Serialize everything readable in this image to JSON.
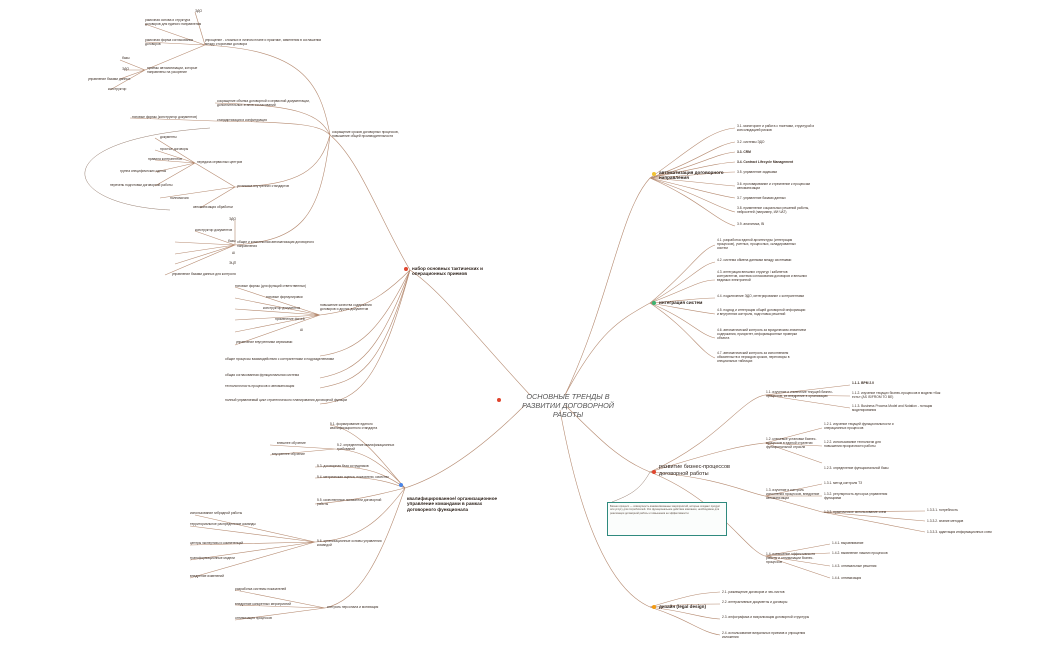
{
  "center": {
    "title": "ОСНОВНЫЕ ТРЕНДЫ В РАЗВИТИИ ДОГОВОРНОЙ РАБОТЫ",
    "badge_color": "#e0452e"
  },
  "colors": {
    "line": "#b58a70",
    "edge_dark": "#7a5c4a"
  },
  "branches": {
    "automation": {
      "title": "автоматизация договорного направления",
      "color": "#f1c232"
    },
    "integration": {
      "title": "интеграция систем",
      "color": "#3cb371"
    },
    "process": {
      "title": "развитие бизнес-процессов договорной работы",
      "color": "#e0452e"
    },
    "design": {
      "title": "дизайн (legal design)",
      "color": "#f39c12"
    },
    "tactics": {
      "title": "набор основных тактических и операционных приемов",
      "color": "#e0452e"
    },
    "qualification": {
      "title": "квалифицированное/ организационное управление командами в рамках договорного функционала",
      "color": "#4a86e8"
    }
  },
  "automation_items": [
    "3.1. мониторинг и работа с тикетами, структурой и консолидацией рисков",
    "3.2. системы ЭДО",
    "3.3. CRM",
    "3.4. Contract Lifecycle Management",
    "3.5. управление задачами",
    "3.6. проговаривание и стремление к процессам автоматизации",
    "3.7. управление базами данных",
    "3.8. применение социальных решений работы, нейросетей (например, ИИ ЧАТ)",
    "3.9. аналитика, BI"
  ],
  "integration_items": [
    "4.1. разработка единой архитектуры (интеграция процессов), учетных, процессных, складированных систем",
    "4.2. система обмена данными между системами",
    "4.3. интеграция внешних структур / кабинетов контрагентов, система согласования договоров и внешних ведомых электронной",
    "4.4. подключение ЭДО, интегрирование с контрагентами",
    "4.5. подход и интеграция общей договорной информации и внутренних контроля, подготовка решений",
    "4.6. автоматический контроль за юридическим значением содержания, приоритет, информационные проверки объекта",
    "4.7. автоматический контроль за исполнением обязательств и периодов сроков, переговоры в специальных таблицах"
  ],
  "process_groups": [
    {
      "title": "1.1. изучение и изменение текущей бизнес-процессов, их внедрение в организации",
      "items": [
        "1.1.1. BPM 2.0",
        "1.1.2. изучение текущих бизнес-процессов в модели «Как есть» (AS IS/FROM TO BE)",
        "1.1.3. Business Process Model and Notation - нотация моделирования"
      ]
    },
    {
      "title": "1.2. ключевые установки бизнес-процессов в единой стратегии функциональной отрасли",
      "items": [
        "1.2.1. изучение текущей функциональности и операционных процессов",
        "1.2.2. использование технологии для повышения прозрачности работы",
        "1.2.3. определение функциональной базы"
      ]
    },
    {
      "title": "1.3. изучение и контроль исполнения процессов, внедрение автоматизации",
      "items": [
        "1.3.1. метод контроля ТЗ",
        "1.3.2. регулярность аутсорса управления функциями",
        "1.3.3. практическое использование схем",
        "1.3.3.1. потребность",
        "1.3.3.2. знание методов",
        "1.3.3.3. адаптация информационных схем"
      ]
    },
    {
      "title": "1.4. повышение эффективности работы и оптимизации бизнес-процессов",
      "items": [
        "1.4.1. выравнивание",
        "1.4.2. выявление лишних процессов",
        "1.4.3. оптимальные решения",
        "1.4.4. оптимизация"
      ]
    }
  ],
  "process_note": "Бизнес-процесс — совокупность взаимосвязанных мероприятий, которые создают продукт или услугу для потребителей. Это функциональное действие компании, необходимое для реализации договорной работы и повышения ее эффективности.",
  "design_items": [
    "2.1. размещение договоров и чек-листов",
    "2.2. интерактивные документы и договоры",
    "2.3. инфографика и визуализация договорной структуры",
    "2.4. использование визуальных приемов и упрощения изложения"
  ],
  "tactics": {
    "main_a": "сокращение сроков договорных процессов, повышение общей производительности",
    "sub_a1": "упрощение - сложных в личном плане и практике, изменения в соглашении между сторонами договора",
    "sub_a1_items": [
      "ЭДО",
      "рамочная основа и структура договоров для единого направления",
      "рамочная форма согласования договоров",
      "приемы автоматизации, которые направлены на ускорение",
      "базы",
      "ЭДО",
      "управление базами данных",
      "конструктор"
    ],
    "sub_a2": "сокращение объема договорной и сервисной документации, дополнительных этапов согласований",
    "sub_a3": "стандартизация и конфигурация",
    "sub_a3_left": "типовые формы (конструктор документов)",
    "sub_a4": "установка внутренних стандартов",
    "sub_a4_items": [
      "документы",
      "простые договоры",
      "правила контрагентов",
      "группа специфических сделок",
      "перечень подготовки договорной работы",
      "полномочия",
      "шаблоны"
    ],
    "sub_a4_mid": "передача сервисных центров",
    "sub_a4_mid2": "автоматизация обработки",
    "sub_a5": "общие и комплексная автоматизация договорного направления",
    "sub_a5_items": [
      "ЭДО",
      "конструктор документов",
      "базы",
      "AI",
      "ЭЦП",
      "управление базами данных для контроля"
    ],
    "main_b": "повышение качества содержания договоров и других документов",
    "main_b_items": [
      "типовые формы (для функций ответственных)",
      "типовые формулировки",
      "конструктор документов",
      "применение фичей"
    ],
    "main_b_extra": "AI",
    "main_b_sub": "управление внутренними сервисами",
    "lines": [
      "общие процессы взаимодействия с контрагентами и подразделениями",
      "общая согласованная функциональная система",
      "технологичность процессов и автоматизация",
      "полный управляемый цикл стратегического планирования договорной функции"
    ]
  },
  "qualification": {
    "g1": "5.1. формирование единого квалификационного стандарта",
    "g2": "5.2. определение квалификационных требований",
    "g2_items": [
      "внешнее обучение",
      "внутреннее обучение"
    ],
    "g3": "5.3. договорная база сотрудников",
    "g4": "5.4. метрическая оценка, показатели, качество",
    "g5": "5.5. качественные показатели договорной работы",
    "g6": "5.6. организационные основы управления командой",
    "g6_items": [
      "использование гибридной работы",
      "территориальное распределение команды",
      "центры экспертизы и компетенций",
      "трансформационные модели",
      "внедрение изменений"
    ],
    "g7": "контроль персонала и мотивация",
    "g7_items": [
      "разработка системы показателей",
      "внедрение конкретных мероприятий",
      "оптимизация процессов"
    ]
  }
}
